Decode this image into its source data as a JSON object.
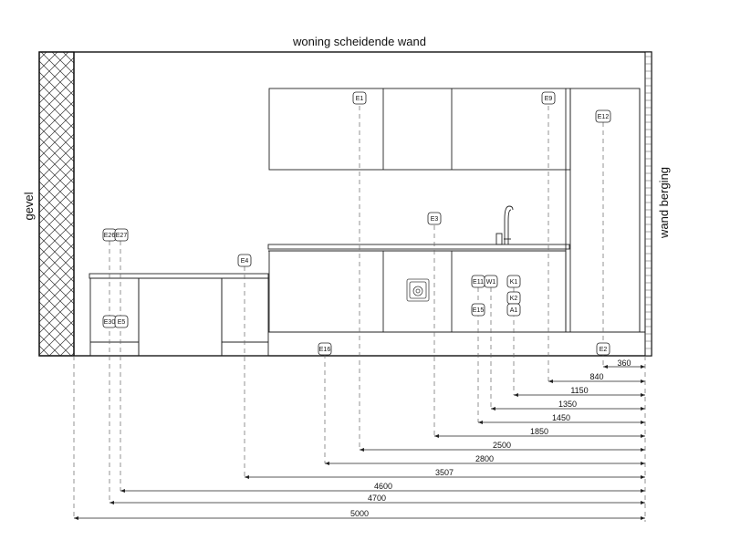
{
  "labels": {
    "top": "woning scheidende wand",
    "left": "gevel",
    "right": "wand berging"
  },
  "tags": [
    {
      "id": "E1",
      "text": "E1"
    },
    {
      "id": "E9",
      "text": "E9"
    },
    {
      "id": "E12",
      "text": "E12"
    },
    {
      "id": "E3",
      "text": "E3"
    },
    {
      "id": "E26",
      "text": "E26"
    },
    {
      "id": "E27",
      "text": "E27"
    },
    {
      "id": "E4",
      "text": "E4"
    },
    {
      "id": "E11",
      "text": "E11"
    },
    {
      "id": "W1",
      "text": "W1"
    },
    {
      "id": "K1",
      "text": "K1"
    },
    {
      "id": "K2",
      "text": "K2"
    },
    {
      "id": "A1",
      "text": "A1"
    },
    {
      "id": "E15",
      "text": "E15"
    },
    {
      "id": "E30",
      "text": "E30"
    },
    {
      "id": "E5",
      "text": "E5"
    },
    {
      "id": "E16",
      "text": "E16"
    },
    {
      "id": "E2",
      "text": "E2"
    }
  ],
  "dimensions": [
    {
      "value": 360,
      "label": "360"
    },
    {
      "value": 840,
      "label": "840"
    },
    {
      "value": 1150,
      "label": "1150"
    },
    {
      "value": 1350,
      "label": "1350"
    },
    {
      "value": 1450,
      "label": "1450"
    },
    {
      "value": 1850,
      "label": "1850"
    },
    {
      "value": 2500,
      "label": "2500"
    },
    {
      "value": 2800,
      "label": "2800"
    },
    {
      "value": 3507,
      "label": "3507"
    },
    {
      "value": 4600,
      "label": "4600"
    },
    {
      "value": 4700,
      "label": "4700"
    },
    {
      "value": 5000,
      "label": "5000"
    }
  ]
}
